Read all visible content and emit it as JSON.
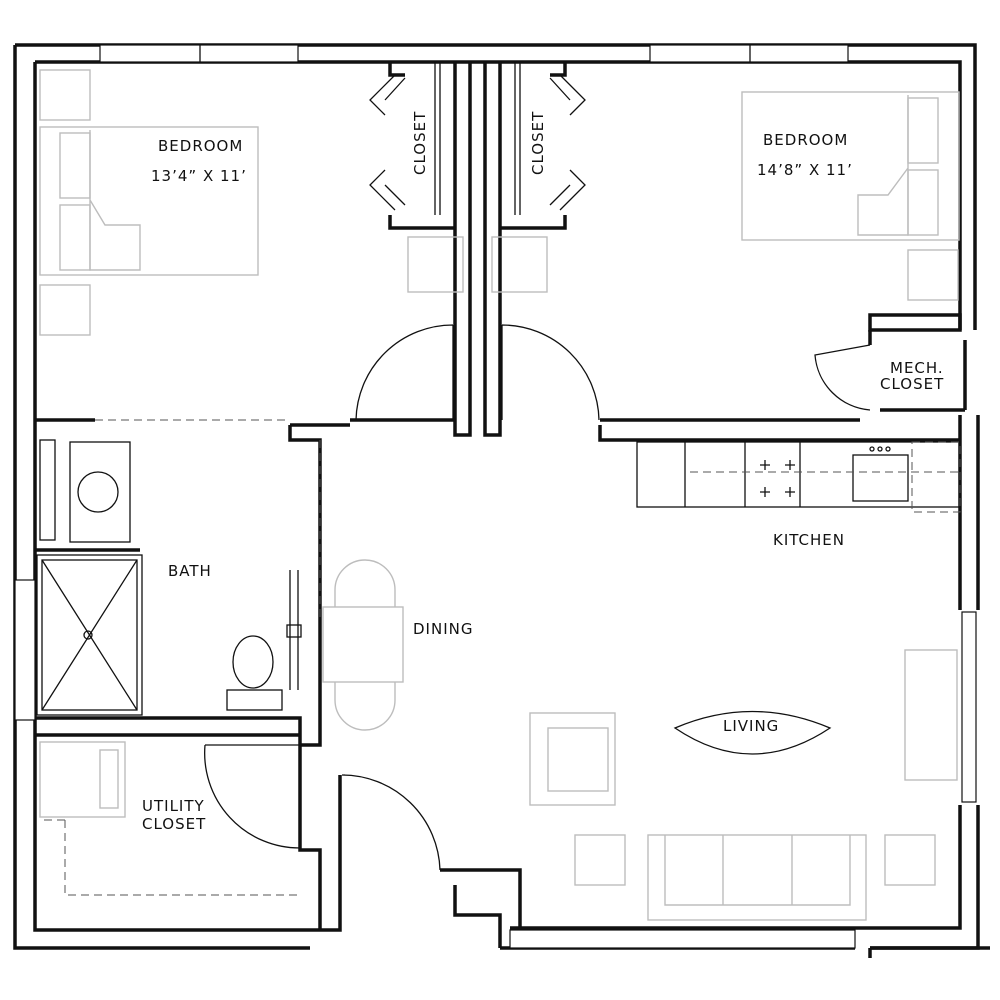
{
  "rooms": {
    "bedroom_left": {
      "name": "BEDROOM",
      "size": "13’4” X 11’"
    },
    "bedroom_right": {
      "name": "BEDROOM",
      "size": "14’8” X 11’"
    },
    "closet_left": {
      "name": "CLOSET"
    },
    "closet_right": {
      "name": "CLOSET"
    },
    "mech_closet": {
      "line1": "MECH.",
      "line2": "CLOSET"
    },
    "bath": {
      "name": "BATH"
    },
    "kitchen": {
      "name": "KITCHEN"
    },
    "dining": {
      "name": "DINING"
    },
    "living": {
      "name": "LIVING"
    },
    "utility_closet": {
      "line1": "UTILITY",
      "line2": "CLOSET"
    }
  },
  "colors": {
    "wall": "#111111",
    "furniture": "#bdbdbd",
    "background": "#ffffff"
  }
}
